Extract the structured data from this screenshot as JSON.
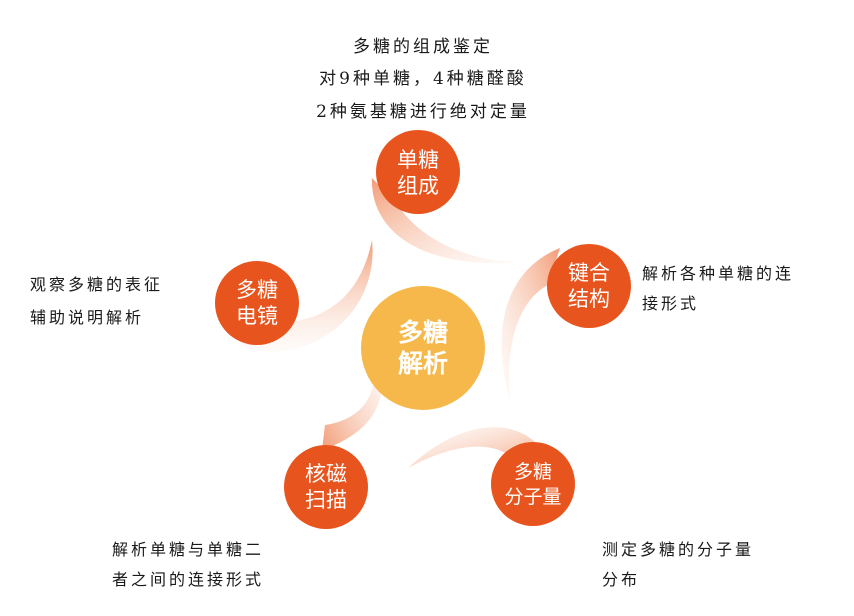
{
  "center": {
    "line1": "多糖",
    "line2": "解析"
  },
  "nodes": [
    {
      "id": "monosaccharide-composition",
      "line1": "单糖",
      "line2": "组成"
    },
    {
      "id": "linkage-structure",
      "line1": "键合",
      "line2": "结构"
    },
    {
      "id": "molecular-weight",
      "line1": "多糖",
      "line2": "分子量"
    },
    {
      "id": "nmr-scan",
      "line1": "核磁",
      "line2": "扫描"
    },
    {
      "id": "electron-microscope",
      "line1": "多糖",
      "line2": "电镜"
    }
  ],
  "descriptions": {
    "top": [
      "多糖的组成鉴定",
      "对9种单糖，4种糖醛酸",
      "2种氨基糖进行绝对定量"
    ],
    "right": [
      "解析各种单糖的连",
      "接形式"
    ],
    "bottom_right": [
      "测定多糖的分子量",
      "分布"
    ],
    "bottom_left": [
      "解析单糖与单糖二",
      "者之间的连接形式"
    ],
    "left": [
      "观察多糖的表征",
      "辅助说明解析"
    ]
  },
  "colors": {
    "node_fill": "#e8541e",
    "center_fill": "#f7b84b",
    "swoosh_base": "#f08a5d"
  }
}
